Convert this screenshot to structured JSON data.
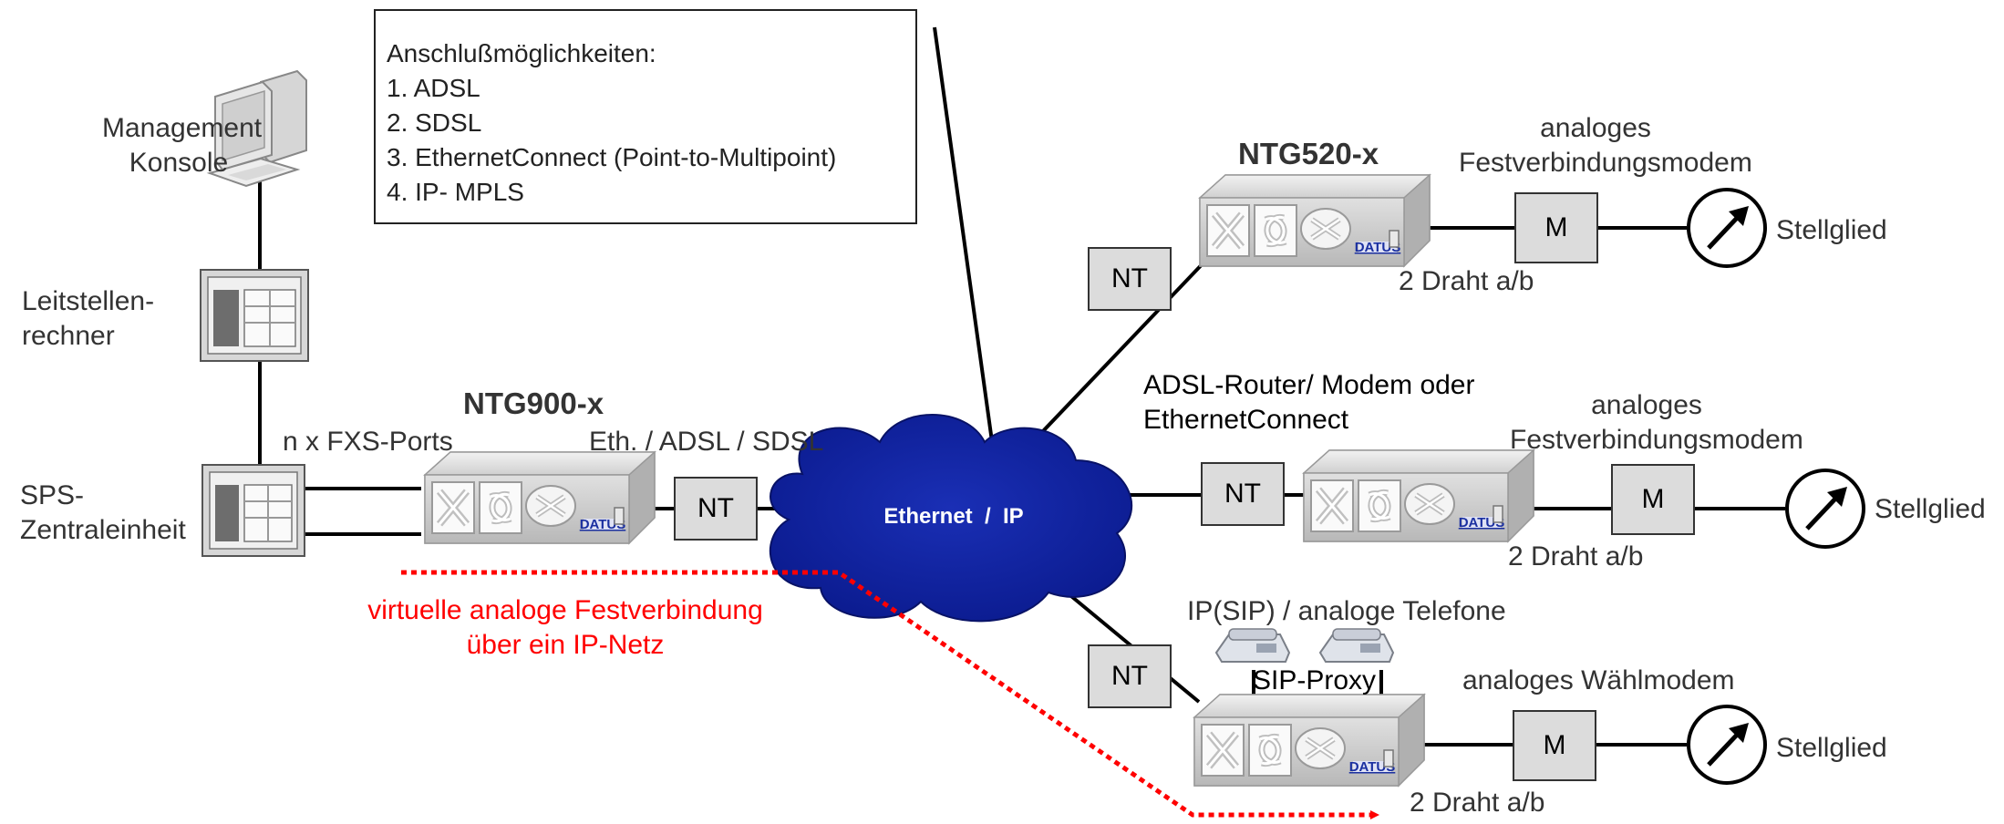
{
  "info_box": {
    "title": "Anschlußmöglichkeiten:",
    "items": [
      "1. ADSL",
      "2. SDSL",
      "3. EthernetConnect (Point-to-Multipoint)",
      "4. IP- MPLS"
    ]
  },
  "left": {
    "management": [
      "Management",
      "Konsole"
    ],
    "leitstelle": [
      "Leitstellen-",
      "rechner"
    ],
    "sps": [
      "SPS-",
      "Zentraleinheit"
    ]
  },
  "center": {
    "device_name": "NTG900-x",
    "fxs_label": "n x FXS-Ports",
    "eth_label": "Eth. / ADSL / SDSL",
    "nt": "NT",
    "cloud_label": "Ethernet  /  IP",
    "virtual_line": [
      "virtuelle analoge Festverbindung",
      "über ein IP-Netz"
    ]
  },
  "top_branch": {
    "device_name": "NTG520-x",
    "nt": "NT",
    "modem_label": [
      "analoges",
      "Festverbindungsmodem"
    ],
    "modem": "M",
    "wire": "2 Draht a/b",
    "actuator": "Stellglied"
  },
  "middle_branch": {
    "router_label": [
      "ADSL-Router/ Modem oder",
      "EthernetConnect"
    ],
    "nt": "NT",
    "modem_label": [
      "analoges",
      "Festverbindungsmodem"
    ],
    "modem": "M",
    "wire": "2 Draht a/b",
    "actuator": "Stellglied"
  },
  "bottom_branch": {
    "phones_label": "IP(SIP) / analoge Telefone",
    "proxy": "SIP-Proxy",
    "nt": "NT",
    "modem_label": "analoges Wählmodem",
    "modem": "M",
    "wire": "2 Draht a/b",
    "actuator": "Stellglied"
  },
  "device_brand": "DATUS",
  "colors": {
    "cloud": "#0b1b8f",
    "virtual_link": "#ff0000",
    "box_fill": "#dcdcdc"
  }
}
